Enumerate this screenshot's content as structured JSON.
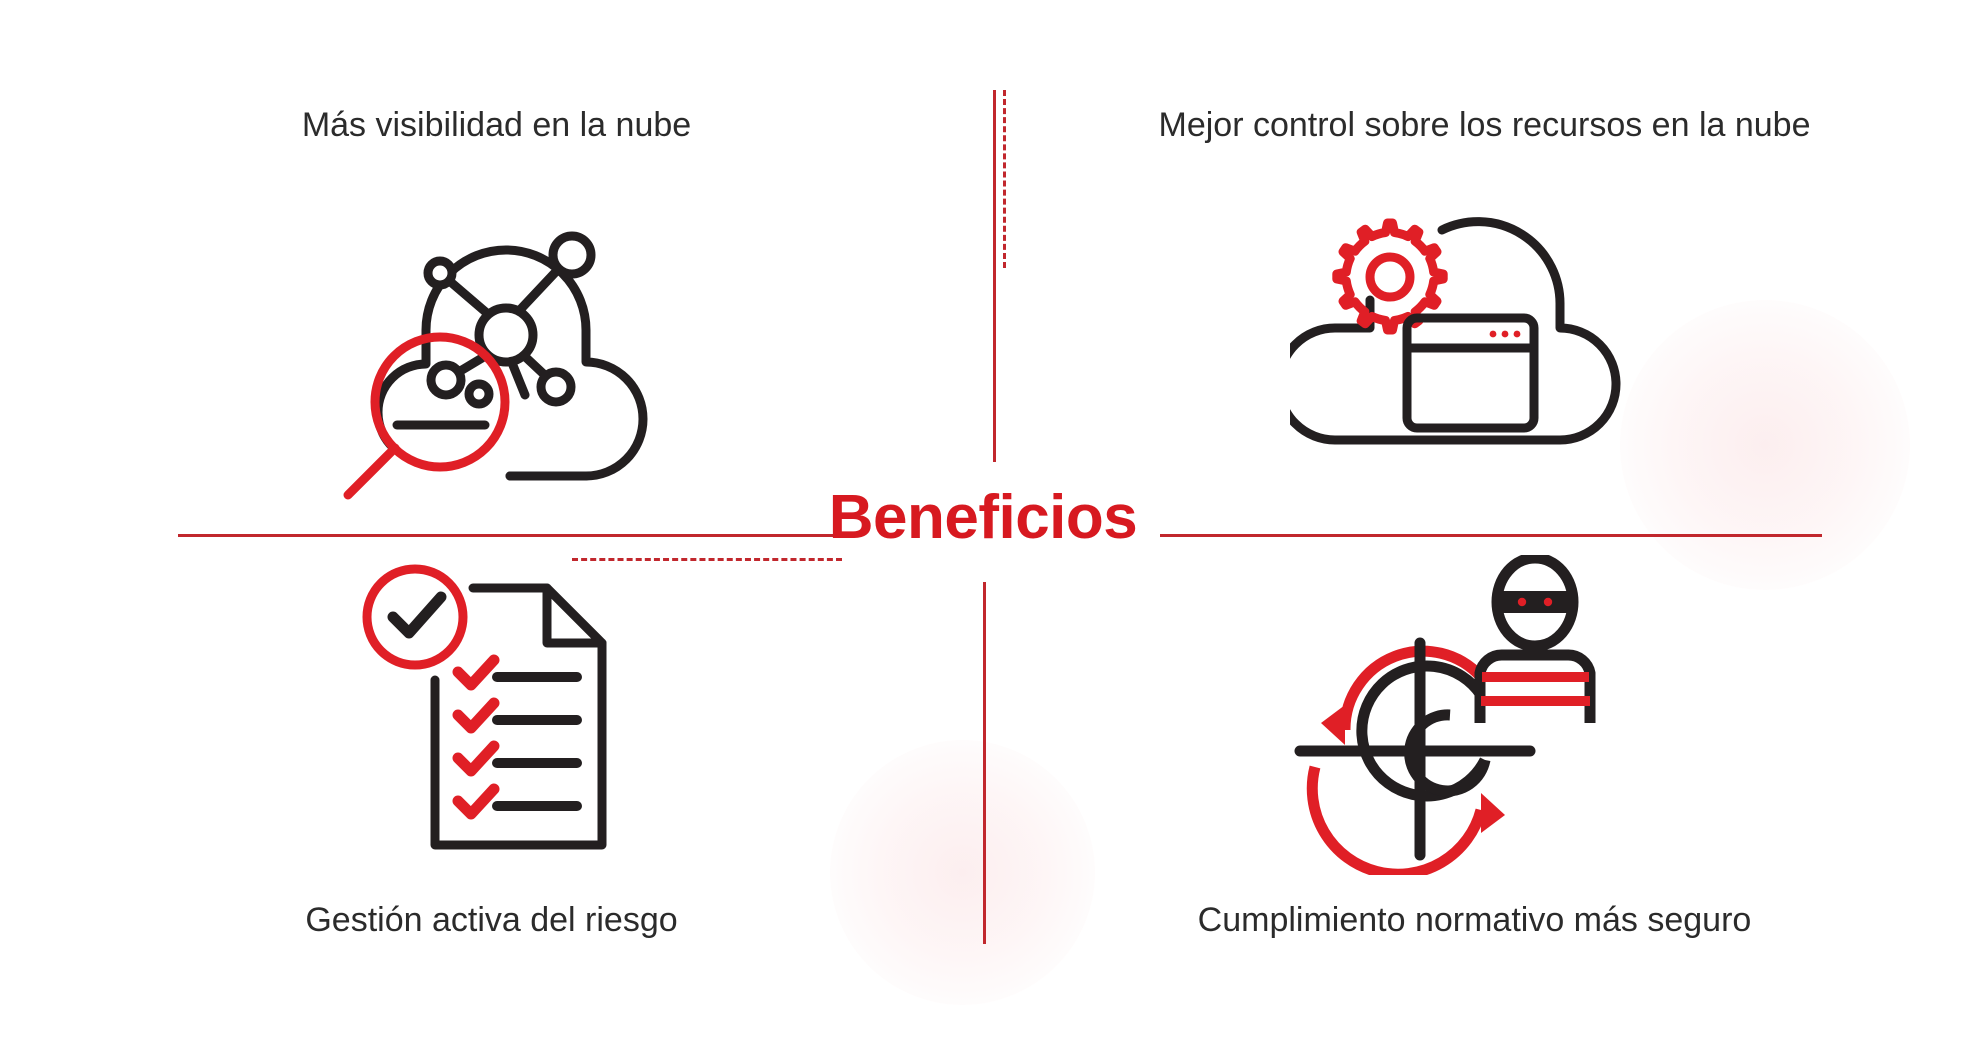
{
  "page": {
    "center_title": "Beneficios",
    "background_color": "#ffffff",
    "accent_red": "#D71920",
    "divider_red": "#C1272D",
    "text_color": "#2b2b2b"
  },
  "quadrants": [
    {
      "id": "visibility",
      "caption": "Más visibilidad en la nube",
      "icon": "cloud-network-magnifier-icon",
      "position": "top-left"
    },
    {
      "id": "control",
      "caption": "Mejor control sobre los recursos en la nube",
      "icon": "cloud-settings-window-icon",
      "position": "top-right"
    },
    {
      "id": "risk",
      "caption": "Gestión activa del riesgo",
      "icon": "checklist-document-check-icon",
      "position": "bottom-left"
    },
    {
      "id": "compliance",
      "caption": "Cumplimiento normativo más seguro",
      "icon": "target-refresh-thief-icon",
      "position": "bottom-right"
    }
  ]
}
